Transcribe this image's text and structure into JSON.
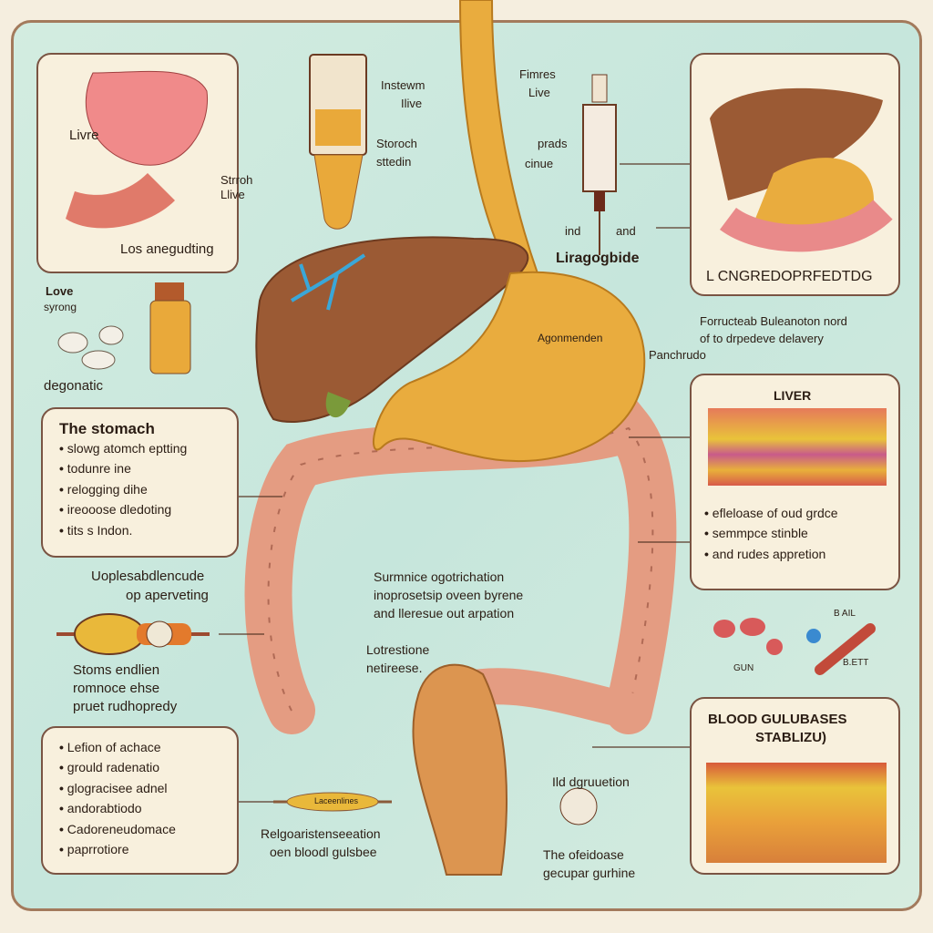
{
  "top_left_box": {
    "label_top": "Livre",
    "label_mid": "Strroh\nLlive",
    "label_bottom": "Los anegudting"
  },
  "pill_label": {
    "line1": "Love",
    "line2": "syrong",
    "caption": "degonatic"
  },
  "device_labels": {
    "a": "Instewm",
    "b": "Ilive",
    "c": "Storoch",
    "d": "sttedin"
  },
  "syringe_labels": {
    "a": "Fimres",
    "b": "Live",
    "c": "prads",
    "d": "cinue",
    "e": "ind",
    "f": "and",
    "title": "Liragogbide"
  },
  "top_right_box": {
    "caption": "L CNGREDOPRFEDTDG"
  },
  "right_note": {
    "line1": "Forructeab Buleanoton nord",
    "line2": "of to drpedeve delavery",
    "line3": "Panchrudo"
  },
  "stomach_label": "Agonmenden",
  "stomach_box": {
    "title": "The stomach",
    "items": [
      "slowg atomch eptting",
      "todunre ine",
      "relogging dihe",
      "ireooose dledoting",
      "tits s Indon."
    ]
  },
  "left_note": {
    "line1": "Uoplesabdlencude",
    "line2": "op aperveting"
  },
  "capsule_caption": {
    "line1": "Stoms endlien",
    "line2": "romnoce ehse",
    "line3": "pruet rudhopredy"
  },
  "bottom_left_box": {
    "items": [
      "Lefion of achace",
      "grould radenatio",
      "glogracisee adnel",
      "andorabtiodo",
      "Cadoreneudomace",
      "paprrotiore"
    ]
  },
  "center_note": {
    "line1": "Surmnice ogotrichation",
    "line2": "inoprosetsip oveen byrene",
    "line3": "and lleresue out arpation"
  },
  "center_note2": {
    "line1": "Lotrestione",
    "line2": "netireese."
  },
  "liver_box": {
    "title": "LIVER",
    "items": [
      "efleloase of oud grdce",
      "semmpce stinble",
      "and rudes appretion"
    ]
  },
  "pill_labels_right": {
    "a": "GUN",
    "b": "B AIL",
    "c": "B.ETT"
  },
  "blood_box": {
    "title": "BLOOD GULUBASES",
    "subtitle": "STABLIZU)"
  },
  "bottom_center": {
    "tube_label": "Laceenlines",
    "line1": "Relgoaristenseeation",
    "line2": "oen bloodl gulsbee",
    "note": "Ild dgruuetion",
    "bullet": "The ofeidoase",
    "line3": "gecupar gurhine"
  },
  "colors": {
    "panel": "#cfe9dd",
    "border": "#a37a5c",
    "liver": "#9b5a34",
    "stomach": "#e9a93a",
    "colon": "#e8a086"
  }
}
